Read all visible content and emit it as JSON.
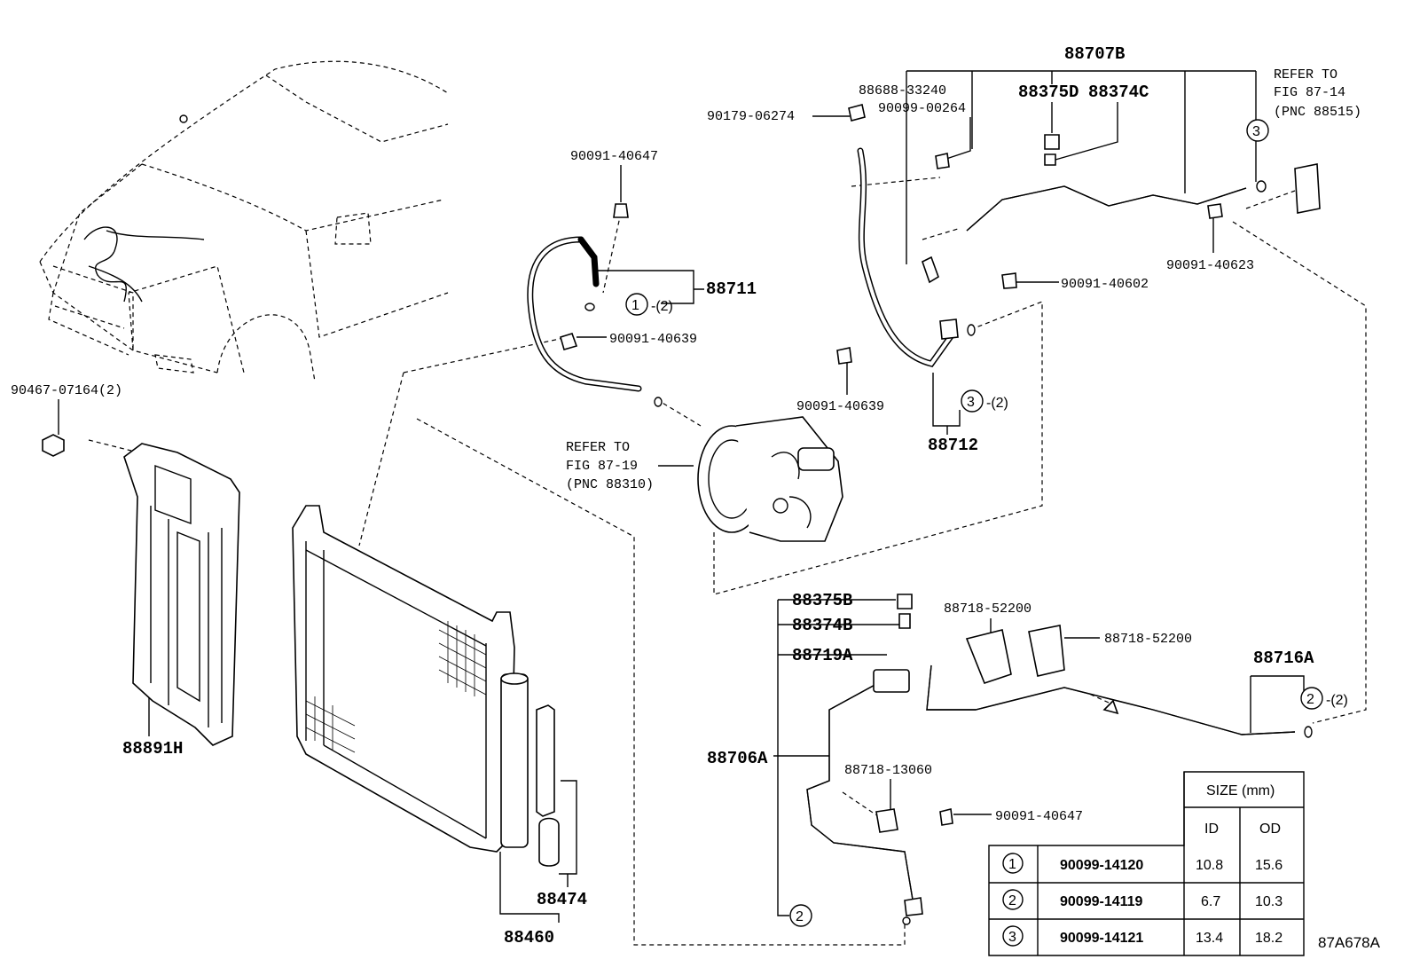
{
  "diagram_code": "87A678A",
  "labels": {
    "p88707B": "88707B",
    "refer1_l1": "REFER TO",
    "refer1_l2": "FIG 87-14",
    "refer1_l3": "(PNC 88515)",
    "p88688": "88688-33240",
    "p88375D": "88375D",
    "p88374C": "88374C",
    "p90099_00264": "90099-00264",
    "p90179": "90179-06274",
    "p90091_40647_top": "90091-40647",
    "p88711": "88711",
    "p90091_40639_a": "90091-40639",
    "p90091_40639_b": "90091-40639",
    "p90091_40602": "90091-40602",
    "p90091_40623": "90091-40623",
    "p88712": "88712",
    "p90467": "90467-07164(2)",
    "refer2_l1": "REFER TO",
    "refer2_l2": "FIG 87-19",
    "refer2_l3": "(PNC 88310)",
    "p88891H": "88891H",
    "p88375B": "88375B",
    "p88374B": "88374B",
    "p88719A": "88719A",
    "p88718_a": "88718-52200",
    "p88718_b": "88718-52200",
    "p88716A": "88716A",
    "p88706A": "88706A",
    "p88718_13060": "88718-13060",
    "p90091_40647_bot": "90091-40647",
    "p88474": "88474",
    "p88460": "88460"
  },
  "callouts": {
    "c1_num": "1",
    "c1_qty": "-(2)",
    "c2_num": "2",
    "c2_qty": "-(2)",
    "c2b_num": "2",
    "c3_num": "3",
    "c3_qty": "-(2)",
    "c3b_num": "3"
  },
  "size_table": {
    "title": "SIZE (mm)",
    "col_id": "ID",
    "col_od": "OD",
    "rows": [
      {
        "ref": "1",
        "part": "90099-14120",
        "id": "10.8",
        "od": "15.6"
      },
      {
        "ref": "2",
        "part": "90099-14119",
        "id": "6.7",
        "od": "10.3"
      },
      {
        "ref": "3",
        "part": "90099-14121",
        "id": "13.4",
        "od": "18.2"
      }
    ]
  }
}
